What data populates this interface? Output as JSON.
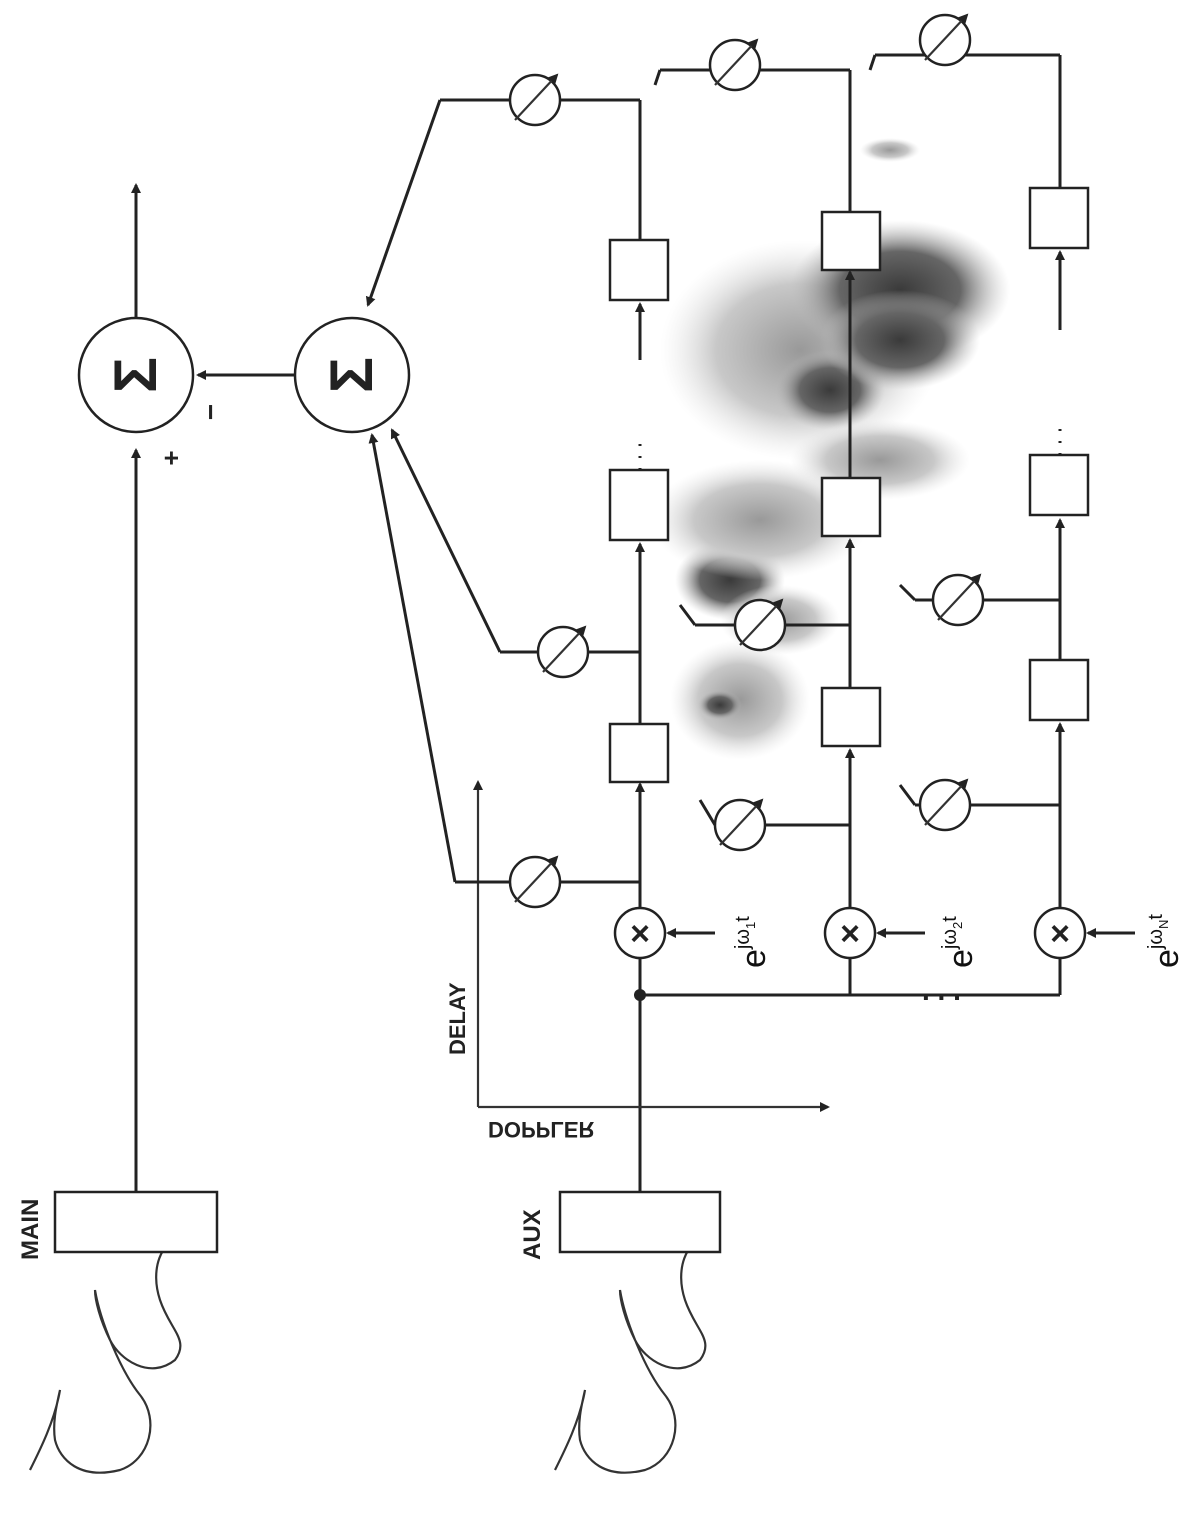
{
  "labels": {
    "main": "MAIN",
    "aux": "AUX",
    "delay": "DELAY",
    "doppler": "DOPPLER",
    "plus": "+",
    "minus": "−",
    "sum_symbol": "Σ",
    "multiply_symbol": "×",
    "ellipsis": ". . ."
  },
  "oscillators": [
    {
      "base": "e",
      "sup": "jω",
      "sub": "1",
      "tail": "t"
    },
    {
      "base": "e",
      "sup": "jω",
      "sub": "2",
      "tail": "t"
    },
    {
      "base": "e",
      "sup": "jω",
      "sub": "N",
      "tail": "t"
    }
  ],
  "icons": {
    "antenna": "antenna-beam-icon",
    "summer": "summing-junction-icon",
    "mixer": "multiplier-icon",
    "weight": "variable-weight-icon",
    "delay": "delay-element-icon"
  }
}
